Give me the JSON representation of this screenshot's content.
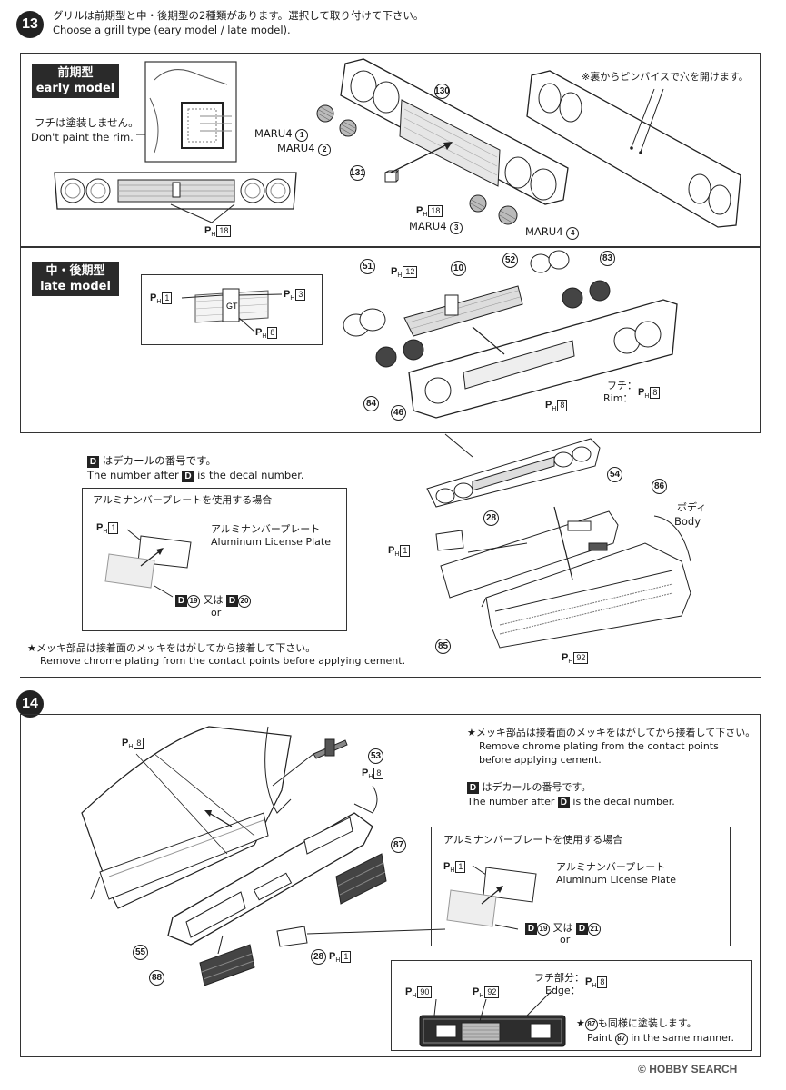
{
  "step13": {
    "number": "13",
    "instruction_jp": "グリルは前期型と中・後期型の2種類があります。選択して取り付けて下さい。",
    "instruction_en": "Choose a grill type (eary model / late model).",
    "early": {
      "tag_jp": "前期型",
      "tag_en": "early model",
      "rim_note_jp": "フチは塗装しません。",
      "rim_note_en": "Don't paint the rim.",
      "ph18": "18",
      "part130": "130",
      "part131": "131",
      "maru1": "MARU4",
      "maru1_num": "1",
      "maru2": "MARU4",
      "maru2_num": "2",
      "maru3": "MARU4",
      "maru3_num": "3",
      "maru4": "MARU4",
      "maru4_num": "4",
      "pinvise_note": "※裏からピンバイスで穴を開けます。"
    },
    "late": {
      "tag_jp": "中・後期型",
      "tag_en": "late model",
      "ph1": "1",
      "ph3": "3",
      "ph8": "8",
      "ph12": "12",
      "part10": "10",
      "part51": "51",
      "part52": "52",
      "part83": "83",
      "part84": "84",
      "part46": "46",
      "rim_jp": "フチ：",
      "rim_en": "Rim："
    },
    "decal_note_jp": "はデカールの番号です。",
    "decal_note_en_pre": "The number after",
    "decal_note_en_post": "is the decal number.",
    "decal_letter": "D",
    "plate_box": {
      "title": "アルミナンバープレートを使用する場合",
      "plate_jp": "アルミナンバープレート",
      "plate_en": "Aluminum License Plate",
      "ph1": "1",
      "d19": "19",
      "d20": "20",
      "or_jp": "又は",
      "or_en": "or"
    },
    "body_jp": "ボディ",
    "body_en": "Body",
    "part28": "28",
    "part54": "54",
    "part86": "86",
    "part85": "85",
    "ph92": "92",
    "chrome_jp": "★メッキ部品は接着面のメッキをはがしてから接着して下さい。",
    "chrome_en": "Remove chrome plating from the contact points before applying cement."
  },
  "step14": {
    "number": "14",
    "chrome_jp": "★メッキ部品は接着面のメッキをはがしてから接着して下さい。",
    "chrome_en_1": "Remove chrome plating from the contact points",
    "chrome_en_2": "before applying cement.",
    "decal_note_jp": "はデカールの番号です。",
    "decal_note_en_pre": "The number after",
    "decal_note_en_post": "is the decal number.",
    "ph8": "8",
    "part53": "53",
    "part87": "87",
    "part55": "55",
    "part28": "28",
    "part88": "88",
    "ph1": "1",
    "plate_box": {
      "title": "アルミナンバープレートを使用する場合",
      "plate_jp": "アルミナンバープレート",
      "plate_en": "Aluminum License Plate",
      "ph1": "1",
      "d19": "19",
      "d21": "21",
      "or_jp": "又は",
      "or_en": "or"
    },
    "edge_jp": "フチ部分：",
    "edge_en": "Edge：",
    "ph90": "90",
    "ph92": "92",
    "same_jp_pre": "★",
    "same_jp_post": "も同様に塗装します。",
    "same_en_pre": "Paint",
    "same_en_post": "in the same manner.",
    "part87b": "87"
  },
  "watermark": "HOBBY SEARCH"
}
